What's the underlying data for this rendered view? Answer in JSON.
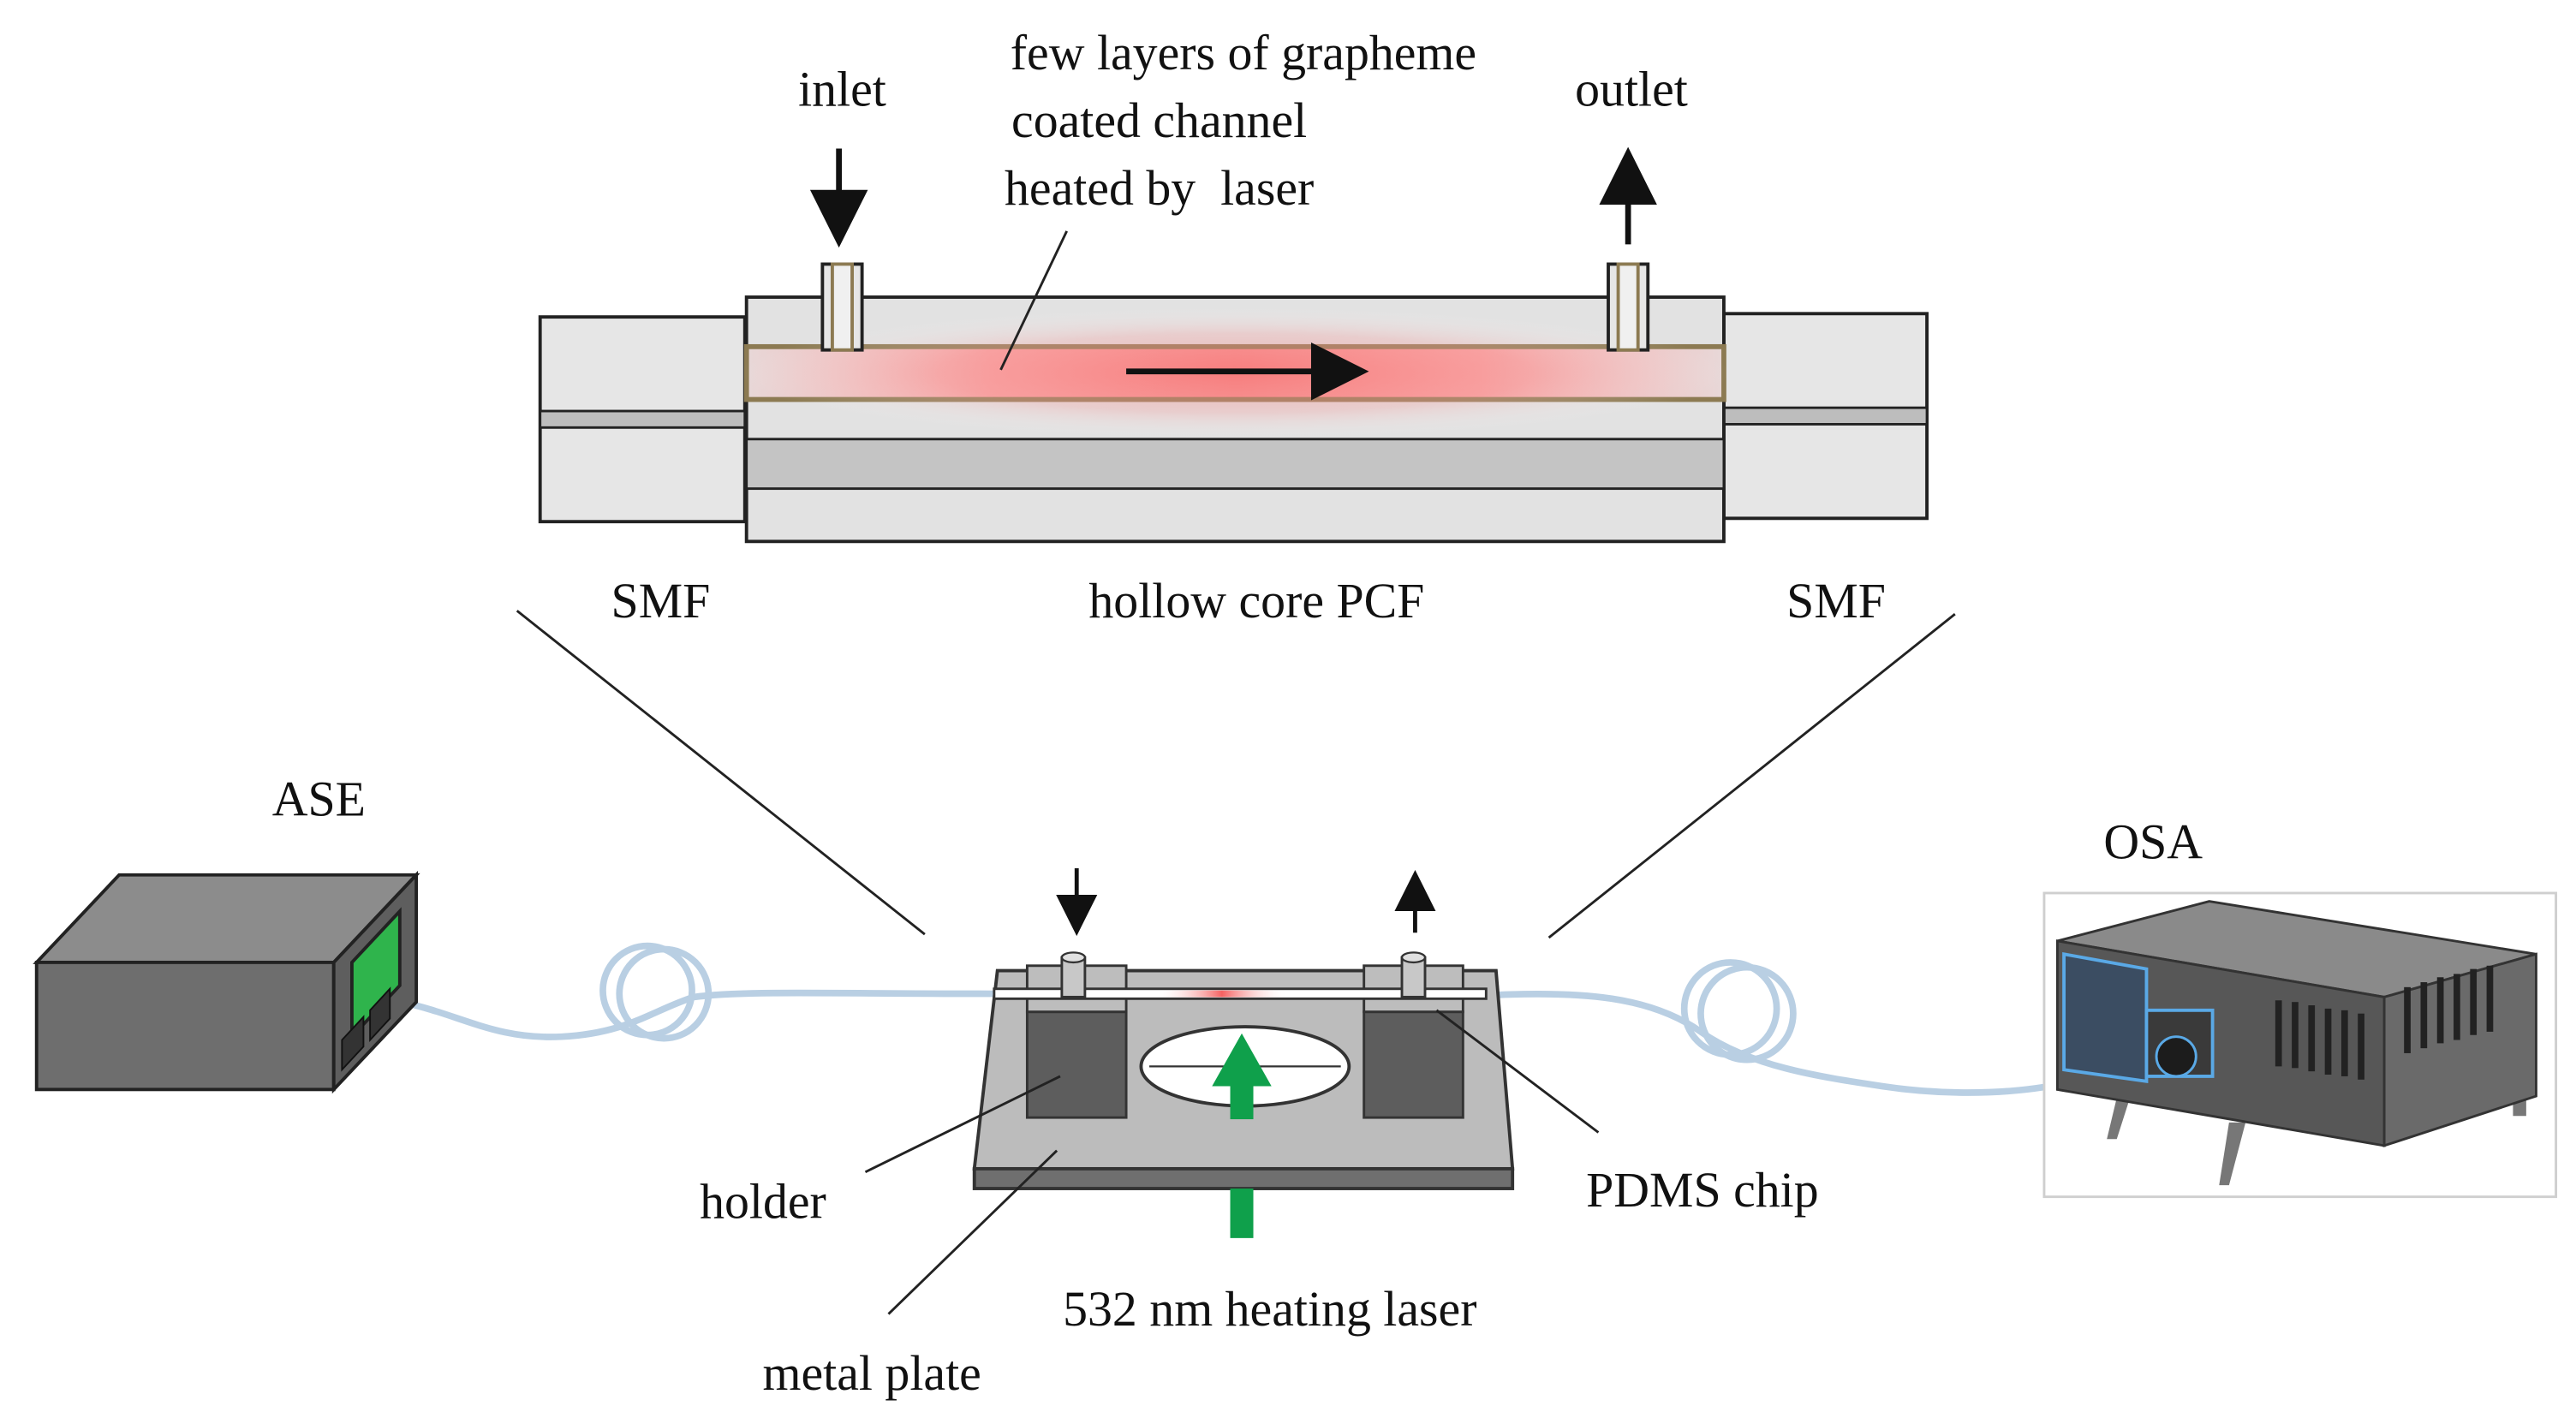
{
  "labels": {
    "inlet": "inlet",
    "outlet": "outlet",
    "channel_line1": "few layers of grapheme",
    "channel_line2": "coated channel",
    "channel_line3": "heated by  laser",
    "smf_left": "SMF",
    "smf_right": "SMF",
    "hollow_core": "hollow core PCF",
    "ase": "ASE",
    "osa": "OSA",
    "holder": "holder",
    "metal_plate": "metal plate",
    "pdms_chip": "PDMS chip",
    "heating_laser": "532 nm heating laser"
  },
  "colors": {
    "fiber": "#b9cfe3",
    "laser_green": "#0fa04b",
    "heated_glow": "#f78c8c",
    "ase_screen": "#2fb44c",
    "housing_dark": "#5e5e5e",
    "smf_fill": "#e6e6e6",
    "pcf_fill": "#d9d9d9",
    "coating": "#8c7a52"
  }
}
